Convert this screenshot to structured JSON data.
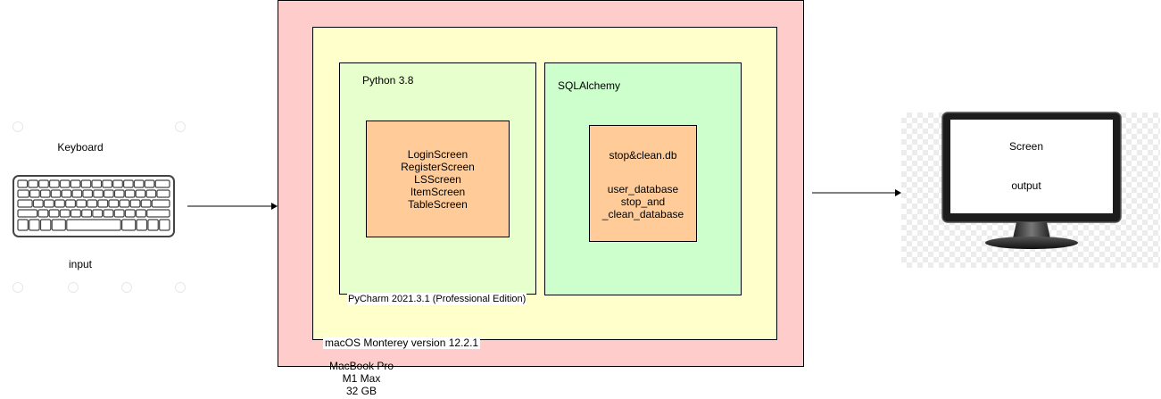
{
  "keyboard": {
    "label_top": "Keyboard",
    "label_bottom": "input",
    "icon": "keyboard-icon"
  },
  "hardware": {
    "lines": [
      "MacBook Pro",
      "M1 Max",
      "32 GB"
    ],
    "color": "#ffcccc"
  },
  "os": {
    "label": "macOS Monterey version 12.2.1",
    "color": "#ffffcc"
  },
  "ide": {
    "label": "PyCharm 2021.3.1 (Professional Edition)",
    "color": "#e6ffcc"
  },
  "python": {
    "label": "Python 3.8",
    "screens": [
      "LoginScreen",
      "RegisterScreen",
      "LSScreen",
      "ItemScreen",
      "TableScreen"
    ],
    "color": "#ffcc99"
  },
  "sqlalchemy": {
    "label": "SQLAlchemy",
    "color": "#ccffcc",
    "db": {
      "name": "stop&clean.db",
      "tables": [
        "user_database",
        "stop_and",
        "_clean_database"
      ],
      "color": "#ffcc99"
    }
  },
  "monitor": {
    "label_screen": "Screen",
    "label_output": "output",
    "icon": "monitor-icon"
  }
}
